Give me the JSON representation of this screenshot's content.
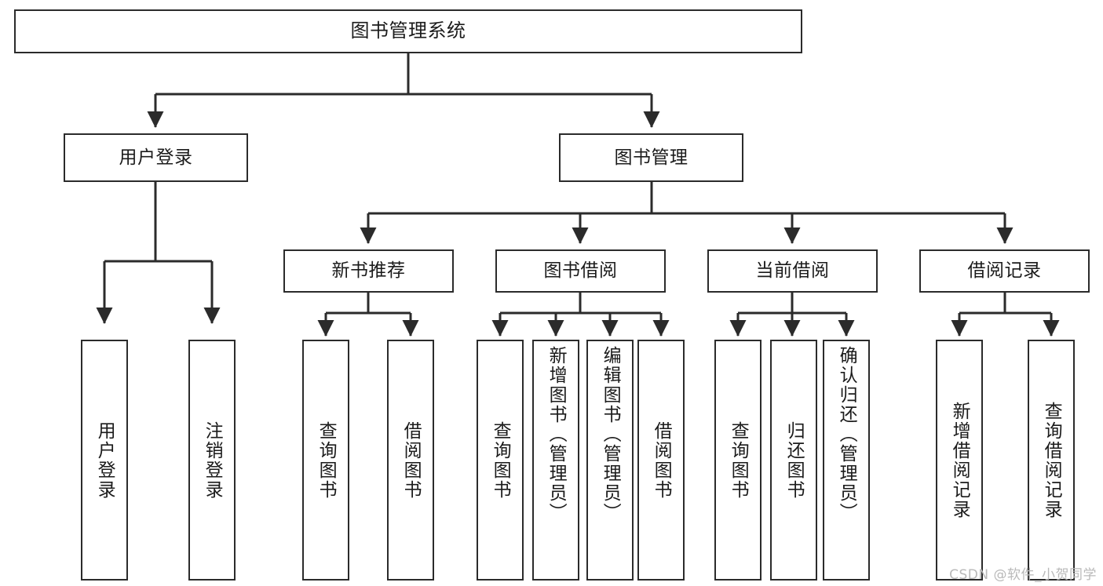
{
  "diagram": {
    "title": "图书管理系统",
    "type": "tree-hierarchy-chart",
    "orientation": "top-down",
    "colors": {
      "box_border": "#2b2b2b",
      "box_fill": "#ffffff",
      "connector": "#2b2b2b",
      "text": "#1b1b1b",
      "watermark": "#b9b9b9",
      "background": "#ffffff"
    }
  },
  "root": {
    "label": "图书管理系统"
  },
  "level2": [
    {
      "label": "用户登录"
    },
    {
      "label": "图书管理"
    }
  ],
  "level3": [
    {
      "label": "新书推荐"
    },
    {
      "label": "图书借阅"
    },
    {
      "label": "当前借阅"
    },
    {
      "label": "借阅记录"
    }
  ],
  "leaves": {
    "user_login": [
      {
        "label": "用户登录"
      },
      {
        "label": "注销登录"
      }
    ],
    "new_book_recommend": [
      {
        "label": "查询图书"
      },
      {
        "label": "借阅图书"
      }
    ],
    "book_borrow": [
      {
        "label": "查询图书"
      },
      {
        "label": "新增图书（管理员）"
      },
      {
        "label": "编辑图书（管理员）"
      },
      {
        "label": "借阅图书"
      }
    ],
    "current_borrow": [
      {
        "label": "查询图书"
      },
      {
        "label": "归还图书"
      },
      {
        "label": "确认归还（管理员）"
      }
    ],
    "borrow_record": [
      {
        "label": "新增借阅记录"
      },
      {
        "label": "查询借阅记录"
      }
    ]
  },
  "watermark": {
    "text": "CSDN @软件_小贺同学"
  }
}
